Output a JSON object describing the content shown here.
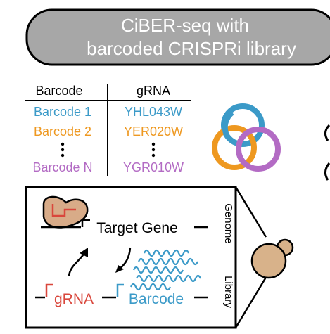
{
  "banner": {
    "line1": "CiBER-seq with",
    "line2": "barcoded CRISPRi library"
  },
  "table": {
    "header_barcode": "Barcode",
    "header_grna": "gRNA",
    "rows": [
      {
        "barcode": "Barcode 1",
        "grna": "YHL043W",
        "color": "#3b9ac8"
      },
      {
        "barcode": "Barcode 2",
        "grna": "YER020W",
        "color": "#ee9820"
      },
      {
        "barcode": "Barcode N",
        "grna": "YGR010W",
        "color": "#b36bc4"
      }
    ]
  },
  "rings": {
    "colors": [
      "#3b9ac8",
      "#ee9820",
      "#b36bc4"
    ]
  },
  "cell": {
    "target_gene_label": "Target Gene",
    "grna_label": "gRNA",
    "barcode_label": "Barcode",
    "genome_label": "Genome",
    "library_label": "Library"
  },
  "colors": {
    "banner_fill": "#a7a7a7",
    "grna_red": "#d9473c",
    "barcode_blue": "#3b9ac8",
    "protein_fill": "#d8ab88",
    "yeast_fill": "#d8b28a"
  }
}
